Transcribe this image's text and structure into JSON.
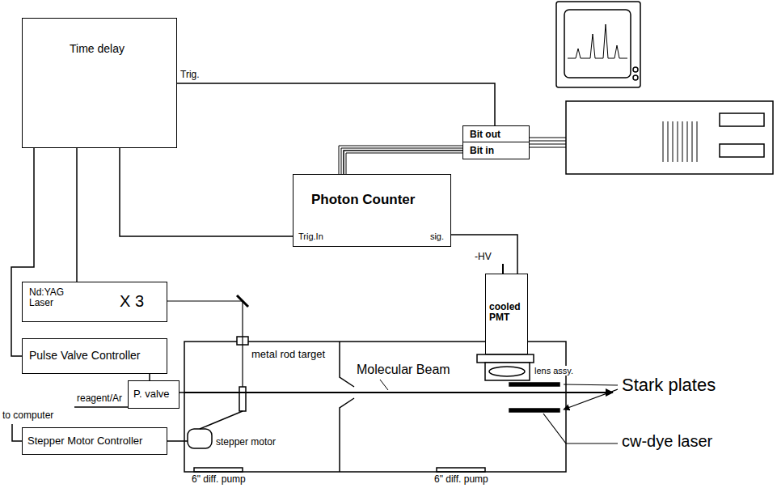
{
  "diagram": {
    "nodes": [
      {
        "text": [
          "Time delay"
        ]
      },
      {
        "text": [
          "Bit out",
          "Bit in"
        ]
      },
      {
        "text": [
          "Photon Counter",
          "Trig.In",
          "sig."
        ]
      },
      {
        "text": [
          "Nd:YAG Laser",
          "X 3"
        ]
      },
      {
        "text": [
          "Pulse Valve Controller"
        ]
      },
      {
        "text": [
          "P. valve"
        ]
      },
      {
        "text": [
          "Stepper Motor Controller"
        ]
      },
      {
        "text": [
          "cooled PMT"
        ]
      }
    ],
    "edges": [
      {
        "from": 0,
        "to": 1,
        "label": "Trig.",
        "arrow": "none"
      },
      {
        "from": 1,
        "to": 2,
        "arrow": "none"
      },
      {
        "from": 0,
        "to": 2,
        "arrow": "none"
      },
      {
        "from": 0,
        "to": 3,
        "arrow": "none"
      },
      {
        "from": 0,
        "to": 4,
        "arrow": "none"
      },
      {
        "from": 7,
        "to": 2,
        "arrow": "none"
      },
      {
        "from": 4,
        "to": 5,
        "arrow": "none"
      }
    ],
    "labels": [
      "-HV",
      "reagent/Ar",
      "to computer",
      "metal rod target",
      "Molecular Beam",
      "lens assy.",
      "Stark plates",
      "cw-dye laser",
      "stepper motor",
      "6\" diff. pump",
      "6\" diff. pump"
    ]
  }
}
